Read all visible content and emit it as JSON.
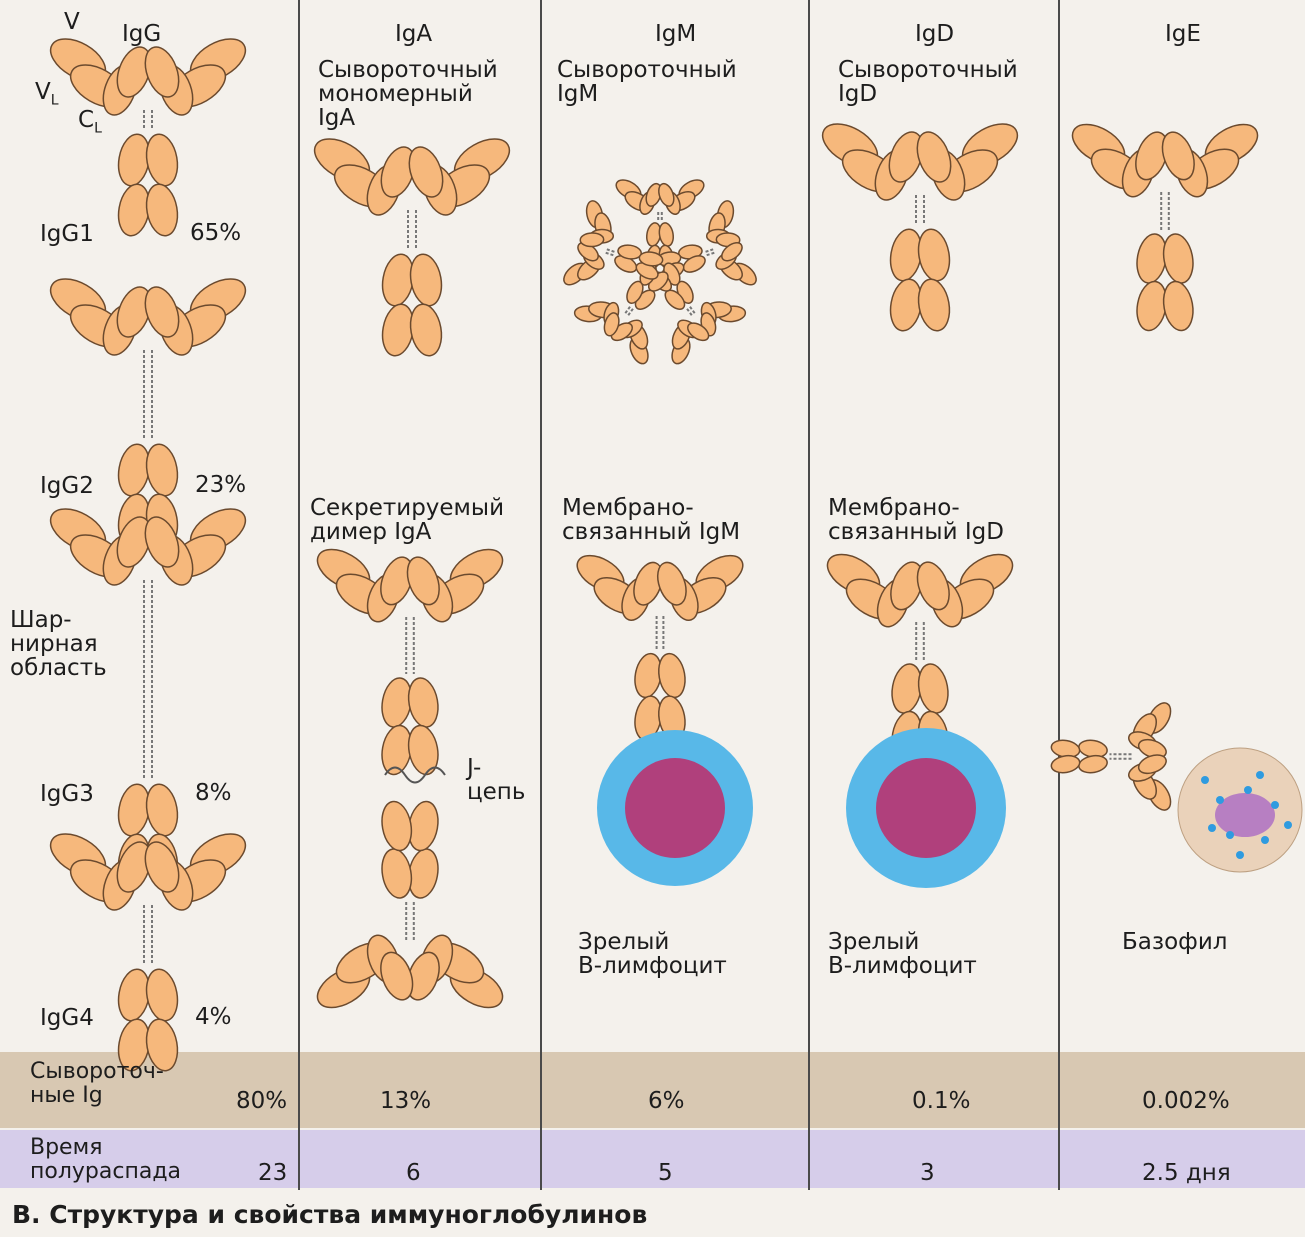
{
  "headers": {
    "igg": "IgG",
    "iga": "IgA",
    "igm": "IgM",
    "igd": "IgD",
    "ige": "IgE"
  },
  "domain_labels": {
    "v": "V",
    "vl": "V",
    "vl_sub": "L",
    "cl": "C",
    "cl_sub": "L"
  },
  "igg_subclasses": [
    {
      "name": "IgG1",
      "percent": "65%"
    },
    {
      "name": "IgG2",
      "percent": "23%"
    },
    {
      "name": "IgG3",
      "percent": "8%"
    },
    {
      "name": "IgG4",
      "percent": "4%"
    }
  ],
  "hinge_label": "Шар-\nнирная\nобласть",
  "iga_serum_label": "Сывороточный\nмономерный\nIgA",
  "iga_secretory_label": "Секретируемый\nдимер IgA",
  "j_chain_label": "J-\nцепь",
  "igm_serum_label": "Сывороточный\nIgM",
  "igm_membrane_label": "Мембрано-\nсвязанный IgM",
  "igm_cell_label": "Зрелый\nВ-лимфоцит",
  "igd_serum_label": "Сывороточный\nIgD",
  "igd_membrane_label": "Мембрано-\nсвязанный IgD",
  "igd_cell_label": "Зрелый\nВ-лимфоцит",
  "ige_cell_label": "Базофил",
  "serum_row": {
    "label": "Сывороточ-\nные Ig",
    "values": [
      "80%",
      "13%",
      "6%",
      "0.1%",
      "0.002%"
    ]
  },
  "halflife_row": {
    "label": "Время\nполураспада",
    "values": [
      "23",
      "6",
      "5",
      "3",
      "2.5 дня"
    ]
  },
  "caption": "В. Структура и свойства иммуноглобулинов",
  "colors": {
    "domain_fill": "#f6b87c",
    "domain_stroke": "#6b4a2e",
    "cell_outer": "#58b8e8",
    "cell_nucleus": "#b0407c",
    "basophil_body": "#ead2ba",
    "basophil_granule": "#2f9be0",
    "serum_band": "#d8c8b2",
    "halflife_band": "#d6cdea"
  }
}
